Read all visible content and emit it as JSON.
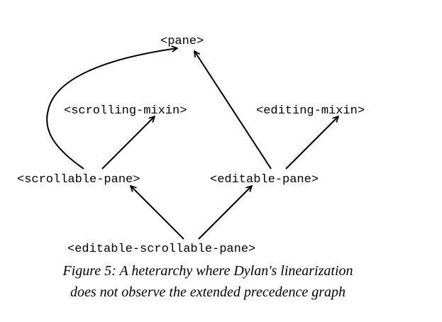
{
  "nodes": [
    {
      "id": "pane",
      "label": "<pane>"
    },
    {
      "id": "scrolling-mixin",
      "label": "<scrolling-mixin>"
    },
    {
      "id": "editing-mixin",
      "label": "<editing-mixin>"
    },
    {
      "id": "scrollable-pane",
      "label": "<scrollable-pane>"
    },
    {
      "id": "editable-pane",
      "label": "<editable-pane>"
    },
    {
      "id": "editable-scrollable-pane",
      "label": "<editable-scrollable-pane>"
    }
  ],
  "edges": [
    {
      "from": "scrollable-pane",
      "to": "pane"
    },
    {
      "from": "scrollable-pane",
      "to": "scrolling-mixin"
    },
    {
      "from": "editable-pane",
      "to": "pane"
    },
    {
      "from": "editable-pane",
      "to": "editing-mixin"
    },
    {
      "from": "editable-scrollable-pane",
      "to": "scrollable-pane"
    },
    {
      "from": "editable-scrollable-pane",
      "to": "editable-pane"
    }
  ],
  "caption": {
    "line1": "Figure 5:  A heterarchy where Dylan's linearization",
    "line2": "does not observe the extended precedence graph"
  }
}
